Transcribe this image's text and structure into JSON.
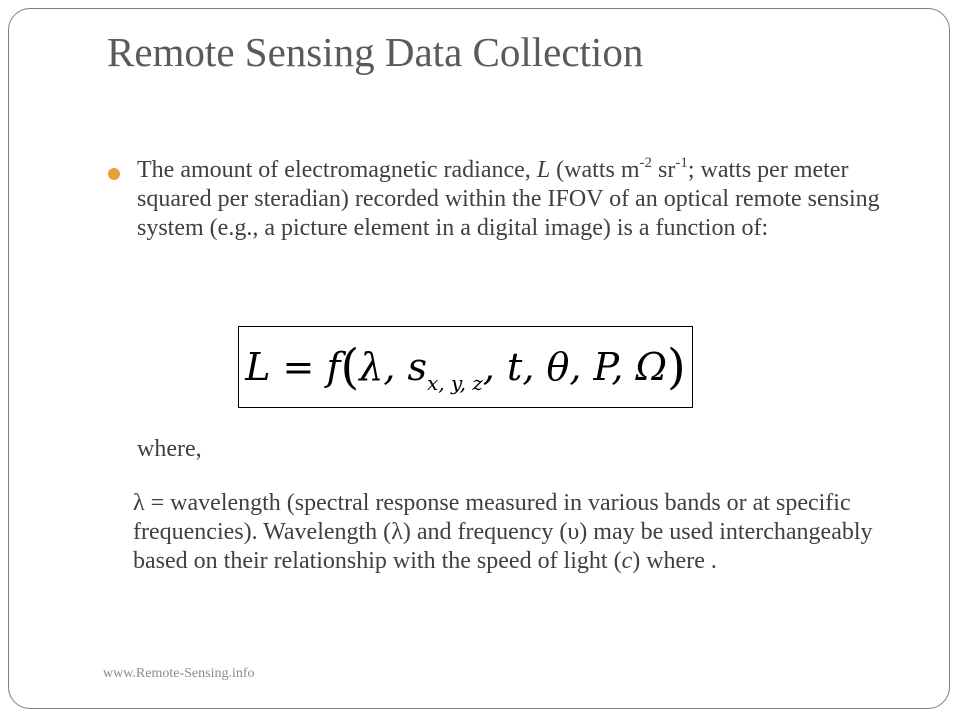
{
  "slide": {
    "title": "Remote Sensing Data Collection",
    "bullet": {
      "text_start": "The amount of electromagnetic radiance, ",
      "symbol_L": "L",
      "units_open": " (watts m",
      "exp_m": "-2",
      "units_sr": " sr",
      "exp_sr": "-1",
      "text_rest": "; watts per meter squared per steradian) recorded within the IFOV of an optical remote sensing system (e.g., a picture element in a digital image) is a function of:"
    },
    "equation": {
      "lhs": "L = f",
      "open_paren": "(",
      "args_a": "λ, s",
      "subscript": "x, y, z",
      "args_b": ", t, θ, P, Ω",
      "close_paren": ")"
    },
    "where_label": "where,",
    "definition": {
      "lambda_symbol": "λ",
      "text_a": " = wavelength (spectral response measured in various bands or at specific frequencies). Wavelength (",
      "lambda_symbol_2": "λ",
      "text_b": ") and frequency (",
      "nu_symbol": "υ",
      "text_c": ") may be used interchangeably based on their relationship with the speed of light (",
      "c_symbol": "c",
      "text_d": ") where ."
    },
    "footer": "www.Remote-Sensing.info"
  },
  "colors": {
    "title": "#5a5a5a",
    "body_text": "#404040",
    "bullet": "#e8a13a",
    "frame": "#7f7f7f"
  }
}
